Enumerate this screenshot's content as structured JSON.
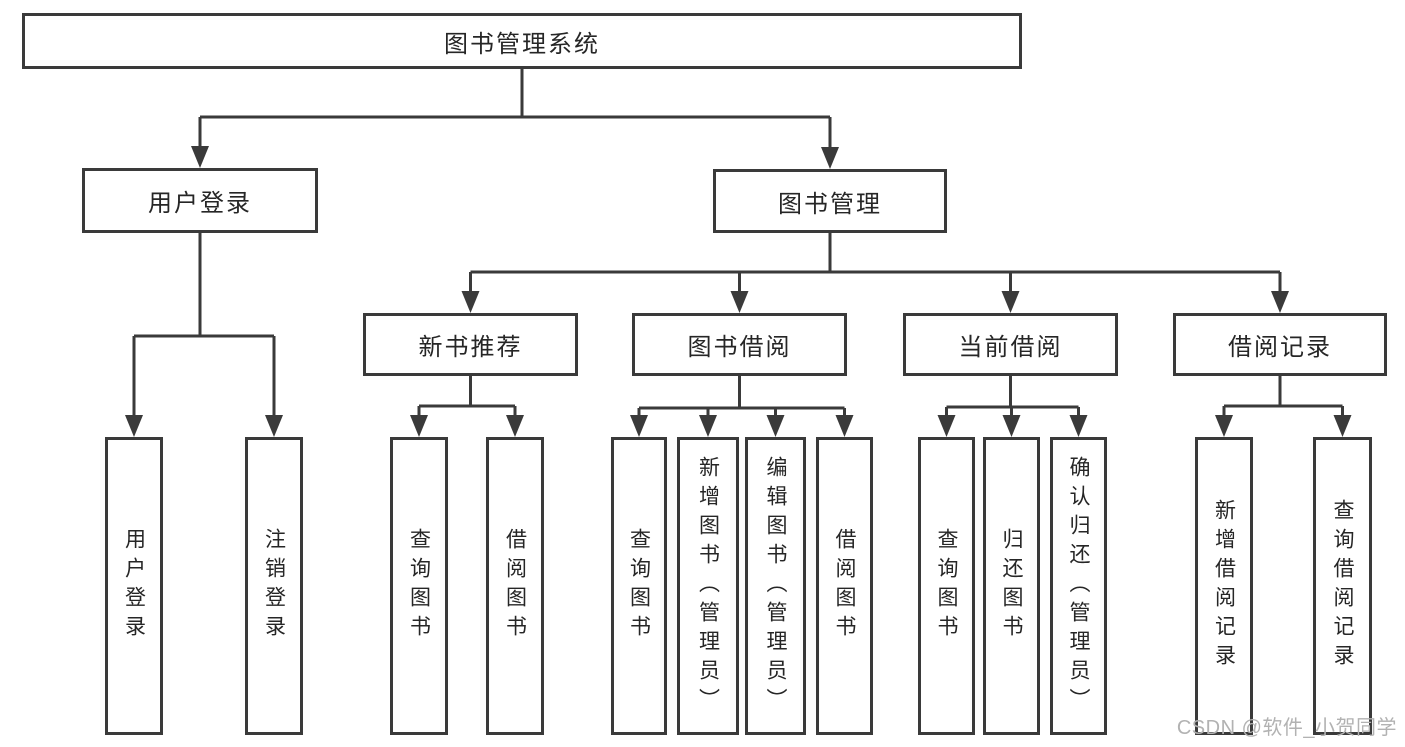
{
  "diagram": {
    "title": "图书管理系统",
    "branches": [
      {
        "label": "用户登录",
        "children": [
          {
            "label": "用户登录"
          },
          {
            "label": "注销登录"
          }
        ]
      },
      {
        "label": "图书管理",
        "children": [
          {
            "label": "新书推荐",
            "children": [
              {
                "label": "查询图书"
              },
              {
                "label": "借阅图书"
              }
            ]
          },
          {
            "label": "图书借阅",
            "children": [
              {
                "label": "查询图书"
              },
              {
                "label": "新增图书（管理员）"
              },
              {
                "label": "编辑图书（管理员）"
              },
              {
                "label": "借阅图书"
              }
            ]
          },
          {
            "label": "当前借阅",
            "children": [
              {
                "label": "查询图书"
              },
              {
                "label": "归还图书"
              },
              {
                "label": "确认归还（管理员）"
              }
            ]
          },
          {
            "label": "借阅记录",
            "children": [
              {
                "label": "新增借阅记录"
              },
              {
                "label": "查询借阅记录"
              }
            ]
          }
        ]
      }
    ]
  },
  "watermark": {
    "text": "CSDN @软件_小贺同学"
  },
  "colors": {
    "line": "#3a3a3a",
    "text": "#262626",
    "background": "#ffffff",
    "watermark": "#b2b2b2"
  }
}
